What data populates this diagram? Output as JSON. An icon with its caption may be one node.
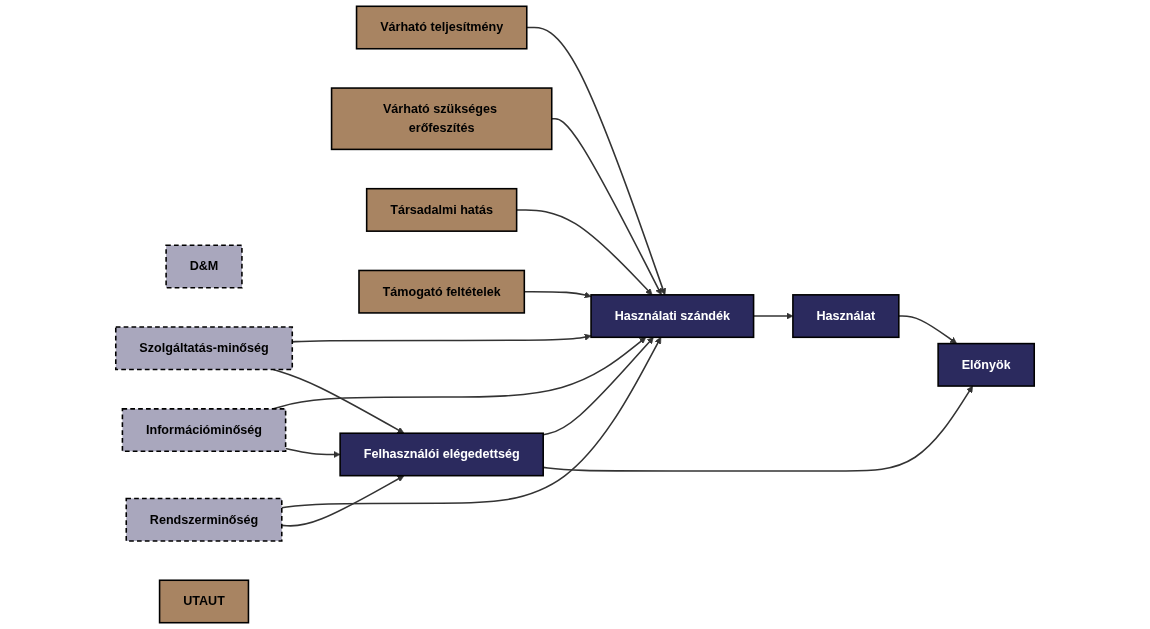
{
  "diagram": {
    "nodes": [
      {
        "text": [
          "D&M"
        ]
      },
      {
        "text": [
          "Rendszerminőség"
        ]
      },
      {
        "text": [
          "Információminőség"
        ]
      },
      {
        "text": [
          "Szolgáltatás-minőség"
        ]
      },
      {
        "text": [
          "UTAUT"
        ]
      },
      {
        "text": [
          "Várható teljesítmény"
        ]
      },
      {
        "text": [
          "Várható szükséges erőfeszítés"
        ]
      },
      {
        "text": [
          "Társadalmi hatás"
        ]
      },
      {
        "text": [
          "Támogató feltételek"
        ]
      },
      {
        "text": [
          "Felhasználói elégedettség"
        ]
      },
      {
        "text": [
          "Előnyök"
        ]
      },
      {
        "text": [
          "Használati szándék"
        ]
      },
      {
        "text": [
          "Használat"
        ]
      }
    ],
    "edges": [
      {
        "from": 1,
        "to": 9,
        "arrow": "to"
      },
      {
        "from": 1,
        "to": 11,
        "arrow": "to"
      },
      {
        "from": 2,
        "to": 9,
        "arrow": "to"
      },
      {
        "from": 2,
        "to": 11,
        "arrow": "to"
      },
      {
        "from": 3,
        "to": 9,
        "arrow": "to"
      },
      {
        "from": 3,
        "to": 11,
        "arrow": "to"
      },
      {
        "from": 5,
        "to": 11,
        "arrow": "to"
      },
      {
        "from": 6,
        "to": 11,
        "arrow": "to"
      },
      {
        "from": 7,
        "to": 11,
        "arrow": "to"
      },
      {
        "from": 8,
        "to": 11,
        "arrow": "to"
      },
      {
        "from": 9,
        "to": 10,
        "arrow": "to"
      },
      {
        "from": 9,
        "to": 11,
        "arrow": "to"
      },
      {
        "from": 11,
        "to": 12,
        "arrow": "to"
      },
      {
        "from": 12,
        "to": 10,
        "arrow": "to"
      }
    ]
  }
}
